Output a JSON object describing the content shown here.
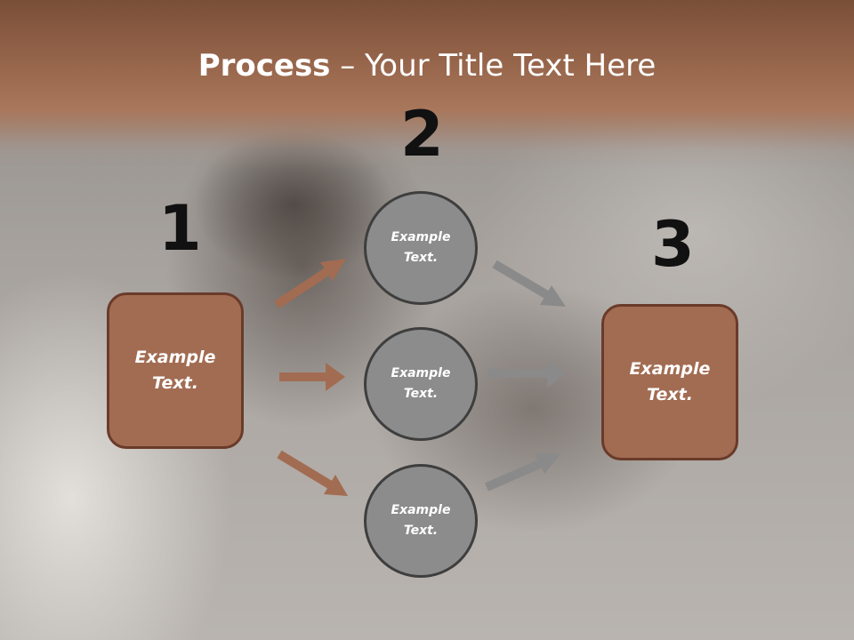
{
  "slide": {
    "title_bold": "Process",
    "title_rest": " – Your Title Text Here"
  },
  "steps": {
    "step1": {
      "number": "1",
      "text": "Example\nText."
    },
    "step2": {
      "number": "2",
      "items": [
        {
          "text": "Example\nText."
        },
        {
          "text": "Example\nText."
        },
        {
          "text": "Example\nText."
        }
      ]
    },
    "step3": {
      "number": "3",
      "text": "Example\nText."
    }
  },
  "colors": {
    "box_fill": "#a26c52",
    "box_border": "#6a3b2a",
    "circle_fill": "#8c8c8c",
    "circle_border": "#3e3e3e",
    "arrow_brown": "#a26c52",
    "arrow_gray": "#8a8a8a"
  }
}
